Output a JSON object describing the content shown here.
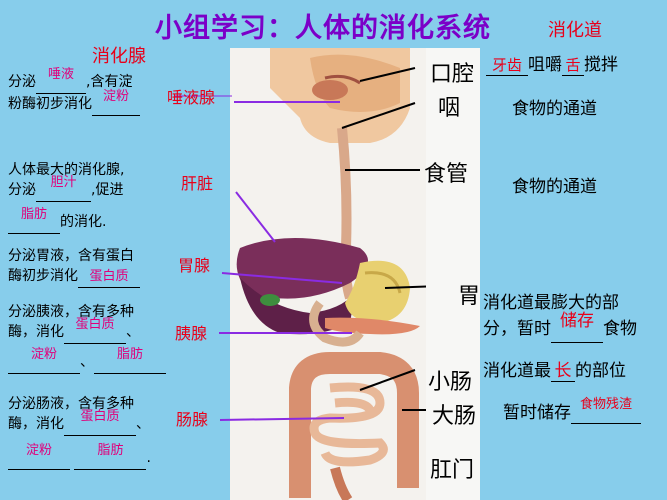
{
  "title": "小组学习：人体的消化系统",
  "header_left": "消化腺",
  "header_right": "消化道",
  "glands": {
    "saliva": {
      "label": "唾液腺",
      "line1_pre": "分泌",
      "line1_ans": "唾液",
      "line1_post": ",含有淀",
      "line2_pre": "粉酶初步消化",
      "line2_ans": "淀粉"
    },
    "liver": {
      "label": "肝脏",
      "line1": "人体最大的消化腺,",
      "line2_pre": "分泌",
      "line2_ans": "胆汁",
      "line2_post": ",促进",
      "line3_ans": "脂肪",
      "line3_post": "的消化."
    },
    "stomach_gland": {
      "label": "胃腺",
      "line1": "分泌胃液，含有蛋白",
      "line2_pre": "酶初步消化",
      "line2_ans": "蛋白质"
    },
    "pancreas": {
      "label": "胰腺",
      "line1": "分泌胰液，含有多种",
      "line2_pre": "酶，消化",
      "line2_ans": "蛋白质",
      "line2_post": "、",
      "line3_ans1": "淀粉",
      "line3_sep": "、",
      "line3_ans2": "脂肪"
    },
    "intestine_gland": {
      "label": "肠腺",
      "line1": "分泌肠液，含有多种",
      "line2_pre": "酶，消化",
      "line2_ans": "蛋白质",
      "line2_post": "、",
      "line3_ans1": "淀粉",
      "line3_ans2": "脂肪",
      "line3_post": "."
    }
  },
  "tract": {
    "mouth": {
      "label": "口腔",
      "ans1": "牙齿",
      "mid": "咀嚼",
      "ans2": "舌",
      "post": "搅拌"
    },
    "pharynx": {
      "label": "咽",
      "desc": "食物的通道"
    },
    "esophagus": {
      "label": "食管",
      "desc": "食物的通道"
    },
    "stomach": {
      "label": "胃",
      "desc1": "消化道最膨大的部",
      "desc2_pre": "分，暂时",
      "desc2_ans": "储存",
      "desc2_post": "食物"
    },
    "small_intestine": {
      "label": "小肠",
      "desc_pre": "消化道最",
      "desc_ans": "长",
      "desc_post": "的部位"
    },
    "large_intestine": {
      "label": "大肠",
      "desc_pre": "暂时储存",
      "desc_ans": "食物残渣"
    },
    "anus": {
      "label": "肛门"
    }
  }
}
